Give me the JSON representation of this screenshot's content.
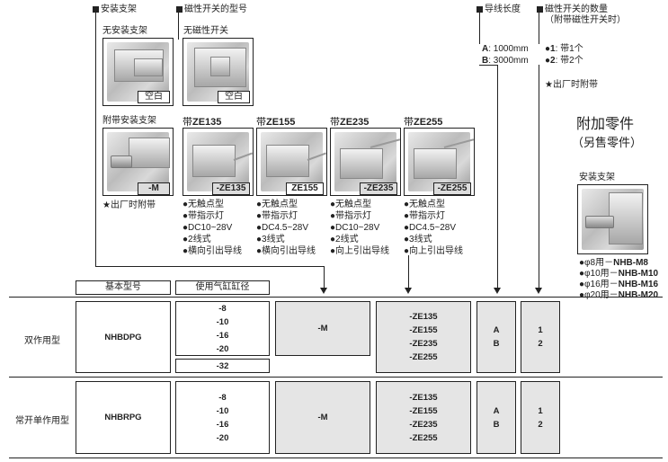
{
  "sections": {
    "bracket": "安装支架",
    "switch_model": "磁性开关的型号",
    "lead_length": "导线长度",
    "switch_qty": "磁性开关的数量",
    "switch_qty_sub": "（附带磁性开关时）"
  },
  "bracket": {
    "none_label": "无安装支架",
    "none_tag": "空白",
    "with_label": "附带安装支架",
    "with_tag": "-M",
    "note": "★出厂时附带"
  },
  "switch_none": {
    "label": "无磁性开关",
    "tag": "空白"
  },
  "switches": [
    {
      "title_prefix": "带",
      "title_code": "ZE135",
      "tag": "-ZE135",
      "specs": [
        "●无触点型",
        "●带指示灯",
        "●DC10~28V",
        "●2线式",
        "●横向引出导线"
      ]
    },
    {
      "title_prefix": "带",
      "title_code": "ZE155",
      "tag": "ZE155",
      "specs": [
        "●无触点型",
        "●带指示灯",
        "●DC4.5~28V",
        "●3线式",
        "●横向引出导线"
      ]
    },
    {
      "title_prefix": "带",
      "title_code": "ZE235",
      "tag": "-ZE235",
      "specs": [
        "●无触点型",
        "●带指示灯",
        "●DC10~28V",
        "●2线式",
        "●向上引出导线"
      ]
    },
    {
      "title_prefix": "带",
      "title_code": "ZE255",
      "tag": "-ZE255",
      "specs": [
        "●无触点型",
        "●带指示灯",
        "●DC4.5~28V",
        "●3线式",
        "●向上引出导线"
      ]
    }
  ],
  "lead": [
    {
      "code": "A",
      "text": ":  1000mm"
    },
    {
      "code": "B",
      "text": ":  3000mm"
    }
  ],
  "qty": [
    {
      "code": "●1",
      "text": ":  带1个"
    },
    {
      "code": "●2",
      "text": ":  带2个"
    }
  ],
  "qty_note": "★出厂时附带",
  "accessories": {
    "title": "附加零件",
    "subtitle": "（另售零件）",
    "photo_label": "安装支架",
    "items": [
      {
        "prefix": "●φ8用－",
        "code": "NHB-M8"
      },
      {
        "prefix": "●φ10用－",
        "code": "NHB-M10"
      },
      {
        "prefix": "●φ16用－",
        "code": "NHB-M16"
      },
      {
        "prefix": "●φ20用－",
        "code": "NHB-M20"
      }
    ]
  },
  "table": {
    "col_basic": "基本型号",
    "col_bore": "使用气缸缸径",
    "rows": [
      {
        "type": "双作用型",
        "model": "NHBDPG",
        "bores": [
          "-8",
          "-10",
          "-16",
          "-20"
        ],
        "extra_bore": "-32",
        "bracket": "-M",
        "switches": [
          "-ZE135",
          "-ZE155",
          "-ZE235",
          "-ZE255"
        ],
        "lead": [
          "A",
          "B"
        ],
        "qty": [
          "1",
          "2"
        ]
      },
      {
        "type": "常开单作用型",
        "model": "NHBRPG",
        "bores": [
          "-8",
          "-10",
          "-16",
          "-20"
        ],
        "bracket": "-M",
        "switches": [
          "-ZE135",
          "-ZE155",
          "-ZE235",
          "-ZE255"
        ],
        "lead": [
          "A",
          "B"
        ],
        "qty": [
          "1",
          "2"
        ]
      }
    ]
  }
}
